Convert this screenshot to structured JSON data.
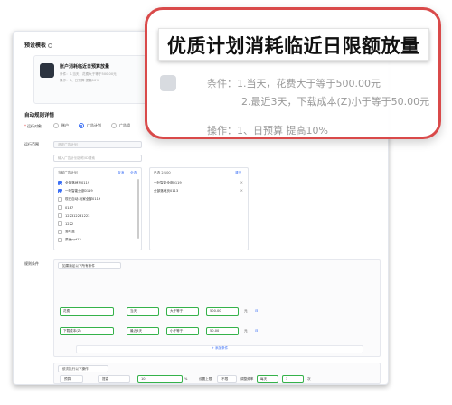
{
  "template_section": {
    "header": "预设模板",
    "card": {
      "title": "账户消耗临近日预算放量",
      "line1": "条件：1.当天，花费大于等于500.00元",
      "line2": "操作：1、日预算 提高10%"
    }
  },
  "rule_section": {
    "title": "自动规则详情",
    "run_target": {
      "label": "运行对象",
      "options": [
        "账户",
        "广告计划",
        "广告组"
      ],
      "selected_index": 1
    },
    "run_scope": {
      "label": "运行范围",
      "select_placeholder": "选定广告计划",
      "search_placeholder": "输入广告计划名称/ID搜索"
    },
    "left_panel": {
      "header": "当前广告计划",
      "action_cancel": "取消",
      "action_all": "全选",
      "items": [
        {
          "label": "全部落地页0119",
          "checked": true
        },
        {
          "label": "一叶智能全部0119",
          "checked": true
        },
        {
          "label": "现已自动-玩家全部0119",
          "checked": false
        },
        {
          "label": "0187",
          "checked": false
        },
        {
          "label": "122312231223",
          "checked": false
        },
        {
          "label": "1222",
          "checked": false
        },
        {
          "label": "落叶蓝",
          "checked": false
        },
        {
          "label": "原画ppt12",
          "checked": false
        }
      ]
    },
    "right_panel": {
      "header": "已选 2/100",
      "action_clear": "清空",
      "items": [
        "一叶智能全部0119",
        "全部落地页0113"
      ]
    },
    "conditions": {
      "label": "规则条件",
      "mode_select": "如果满足以下所有条件",
      "rows": [
        {
          "metric": "花费",
          "period": "当天",
          "op": "大于等于",
          "value": "500.00",
          "unit": "元"
        },
        {
          "metric": "下载成本(Z)",
          "period": "最近3天",
          "op": "小于等于",
          "value": "50.00",
          "unit": "元"
        }
      ],
      "add_label": "+ 添加条件"
    },
    "actions": {
      "mode_label": "依次执行以下操作",
      "row": {
        "target": "预算",
        "verb": "提高",
        "value": "10",
        "unit": "%",
        "limit_label": "设置上限",
        "limit_value": "不限",
        "freq_label": "调整频率",
        "freq_period": "每天",
        "freq_count": "3",
        "freq_unit": "次"
      }
    }
  },
  "callout": {
    "title": "优质计划消耗临近日限额放量",
    "condition_line1": "条件：1.当天，花费大于等于500.00元",
    "condition_line2": "2.最近3天，下载成本(Z)小于等于50.00元",
    "operation_line": "操作：1、日预算 提高10%",
    "border_color": "#d94a4a"
  }
}
